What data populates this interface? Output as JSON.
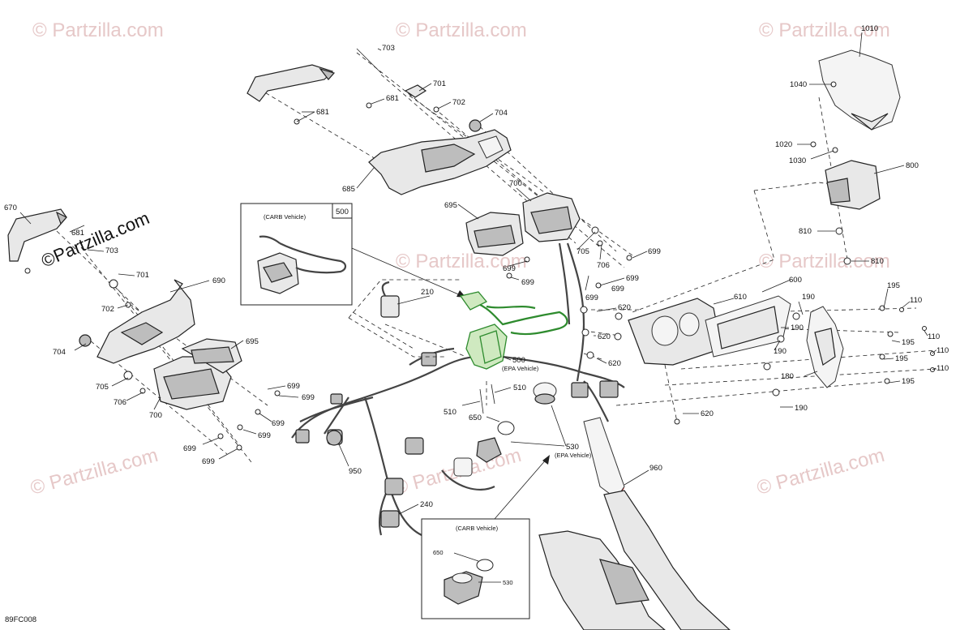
{
  "watermark": {
    "text": "© Partzilla.com",
    "logo_text": "©Partzilla.com",
    "color": "#e6c8c8"
  },
  "diagram_code": "89FC008",
  "insets": {
    "carb_top": {
      "title": "(CARB Vehicle)",
      "ref": "500"
    },
    "carb_bottom": {
      "title": "(CARB Vehicle)",
      "ref_a": "650",
      "ref_b": "530"
    }
  },
  "callouts": {
    "c670": "670",
    "c681a": "681",
    "c681b": "681",
    "c681c": "681",
    "c703a": "703",
    "c703b": "703",
    "c701a": "701",
    "c701b": "701",
    "c702a": "702",
    "c702b": "702",
    "c704a": "704",
    "c704b": "704",
    "c685": "685",
    "c690": "690",
    "c695a": "695",
    "c695b": "695",
    "c700a": "700",
    "c700b": "700",
    "c705a": "705",
    "c705b": "705",
    "c706a": "706",
    "c706b": "706",
    "c699a": "699",
    "c699b": "699",
    "c699c": "699",
    "c699d": "699",
    "c699e": "699",
    "c699f": "699",
    "c699g": "699",
    "c699h": "699",
    "c699i": "699",
    "c699j": "699",
    "c699k": "699",
    "c699l": "699",
    "c1010": "1010",
    "c1040": "1040",
    "c1020": "1020",
    "c1030": "1030",
    "c800": "800",
    "c810a": "810",
    "c810b": "810",
    "c210": "210",
    "c500": "500",
    "c500epa": "(EPA Vehicle)",
    "c510a": "510",
    "c510b": "510",
    "c650": "650",
    "c530": "530",
    "c530epa": "(EPA Vehicle)",
    "c950": "950",
    "c240": "240",
    "c960": "960",
    "c600": "600",
    "c610": "610",
    "c620a": "620",
    "c620b": "620",
    "c620c": "620",
    "c620d": "620",
    "c190a": "190",
    "c190b": "190",
    "c190c": "190",
    "c190d": "190",
    "c195a": "195",
    "c195b": "195",
    "c195c": "195",
    "c195d": "195",
    "c110a": "110",
    "c110b": "110",
    "c110c": "110",
    "c110d": "110",
    "c180": "180"
  },
  "colors": {
    "line": "#222222",
    "highlight_green": "#2e8b2e",
    "highlight_red": "#dd2222"
  }
}
